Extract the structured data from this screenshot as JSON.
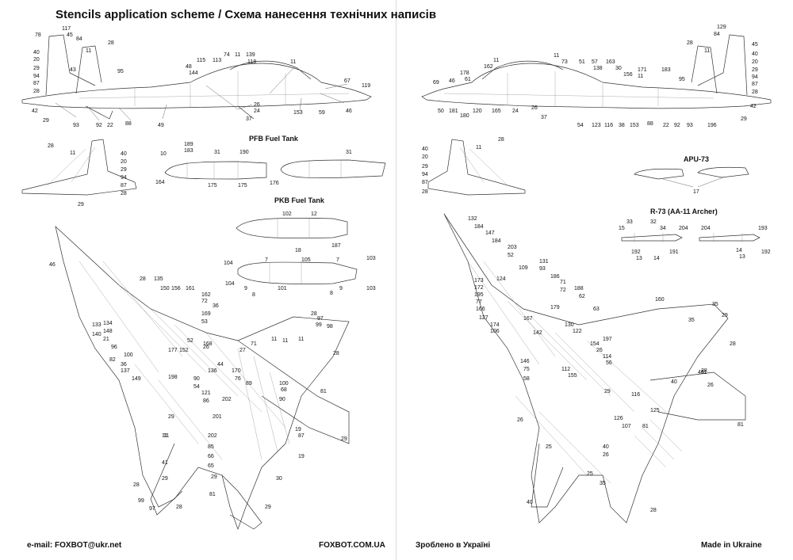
{
  "header": {
    "title": "Stencils application scheme / Схема нанесення технічних написів"
  },
  "left_sheet": {
    "pfb_label": "PFB Fuel Tank",
    "pkb_label": "PKB Fuel Tank",
    "side_view_numbers": [
      "78",
      "117",
      "45",
      "84",
      "28",
      "11",
      "40",
      "20",
      "29",
      "94",
      "87",
      "28",
      "43",
      "95",
      "48",
      "115",
      "113",
      "74",
      "11",
      "139",
      "118",
      "11",
      "144",
      "67",
      "119",
      "153",
      "59",
      "46",
      "24",
      "37",
      "26",
      "42",
      "29",
      "93",
      "92",
      "22",
      "88",
      "49"
    ],
    "tail_numbers": [
      "28",
      "11",
      "40",
      "20",
      "29",
      "94",
      "87",
      "28",
      "29"
    ],
    "pfb_numbers": [
      "10",
      "164",
      "189",
      "183",
      "31",
      "190",
      "175",
      "175",
      "176",
      "31"
    ],
    "pkb_numbers": [
      "102",
      "12",
      "18",
      "187"
    ],
    "tank_numbers": [
      "104",
      "7",
      "105",
      "7",
      "103",
      "104",
      "9",
      "8",
      "101",
      "8",
      "9",
      "103"
    ],
    "plan_numbers": [
      "46",
      "28",
      "135",
      "150",
      "156",
      "161",
      "162",
      "72",
      "36",
      "169",
      "53",
      "133",
      "148",
      "140",
      "21",
      "96",
      "36",
      "82",
      "137",
      "149",
      "100",
      "134",
      "177",
      "152",
      "198",
      "136",
      "170",
      "76",
      "89",
      "97",
      "98",
      "99",
      "28",
      "11",
      "71",
      "11",
      "11",
      "28",
      "44",
      "27",
      "26",
      "29",
      "11",
      "168",
      "52",
      "90",
      "54",
      "121",
      "86",
      "202",
      "100",
      "68",
      "90",
      "19",
      "87",
      "201",
      "202",
      "85",
      "66",
      "65",
      "19",
      "30",
      "81",
      "29",
      "29",
      "41",
      "11",
      "29",
      "28",
      "99",
      "97",
      "28",
      "81",
      "29"
    ]
  },
  "right_sheet": {
    "apu_label": "APU-73",
    "r73_label": "R-73 (AA-11 Archer)",
    "side_view_numbers": [
      "11",
      "162",
      "178",
      "61",
      "11",
      "73",
      "51",
      "57",
      "138",
      "163",
      "30",
      "156",
      "171",
      "11",
      "183",
      "95",
      "129",
      "84",
      "28",
      "11",
      "45",
      "40",
      "20",
      "29",
      "94",
      "87",
      "28",
      "69",
      "46",
      "50",
      "181",
      "180",
      "120",
      "165",
      "24",
      "26",
      "37",
      "54",
      "123",
      "116",
      "38",
      "153",
      "88",
      "22",
      "92",
      "93",
      "196",
      "29",
      "42"
    ],
    "tail_numbers": [
      "40",
      "20",
      "29",
      "94",
      "87",
      "28",
      "11",
      "28"
    ],
    "apu_numbers": [
      "17"
    ],
    "r73_numbers": [
      "33",
      "32",
      "15",
      "34",
      "204",
      "192",
      "13",
      "14",
      "191",
      "204",
      "193",
      "14",
      "13",
      "192"
    ],
    "plan_numbers": [
      "132",
      "184",
      "147",
      "184",
      "203",
      "52",
      "124",
      "173",
      "172",
      "195",
      "77",
      "166",
      "127",
      "174",
      "106",
      "109",
      "131",
      "93",
      "186",
      "71",
      "72",
      "188",
      "62",
      "63",
      "179",
      "167",
      "130",
      "122",
      "142",
      "112",
      "197",
      "154",
      "26",
      "114",
      "56",
      "146",
      "75",
      "58",
      "155",
      "29",
      "116",
      "126",
      "107",
      "125",
      "160",
      "35",
      "26",
      "35",
      "28",
      "40",
      "26",
      "81",
      "35",
      "28",
      "40",
      "26",
      "11",
      "81",
      "28",
      "29",
      "25",
      "25",
      "40",
      "40"
    ]
  },
  "footer": {
    "email": "e-mail: FOXBOT@ukr.net",
    "site": "FOXBOT.COM.UA",
    "made_ua": "Зроблено в Україні",
    "made_en": "Made in Ukraine"
  }
}
